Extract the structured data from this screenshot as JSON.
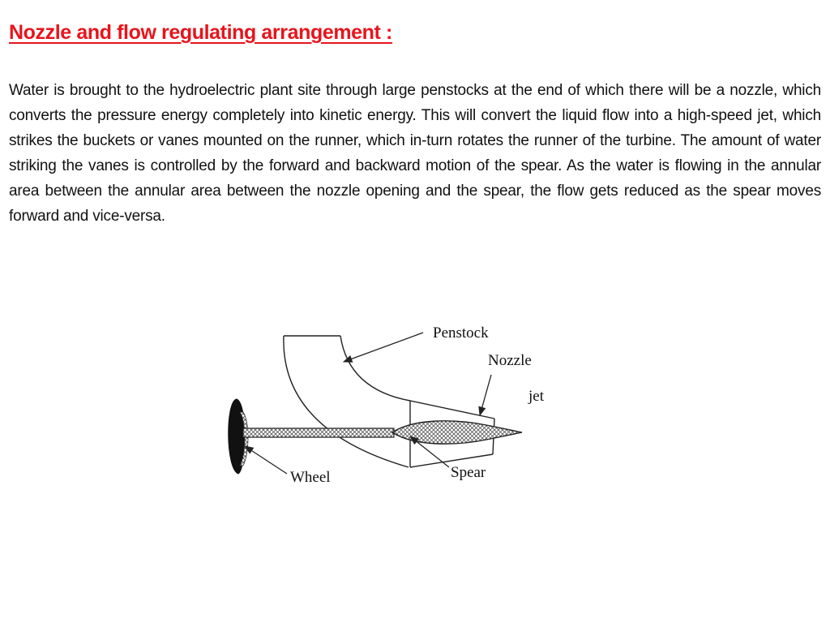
{
  "slide": {
    "title": "Nozzle and flow regulating arrangement :",
    "body": "Water is brought to the hydroelectric plant site through large penstocks at the end of which there will be a nozzle, which converts the pressure energy completely into kinetic energy. This will convert the liquid flow into a high-speed jet, which strikes the buckets or vanes mounted on the runner, which in-turn rotates the runner of the turbine. The amount of water striking the vanes is controlled by the forward and backward motion of the spear. As the water is flowing in the annular area between the annular area between the nozzle opening and the spear, the flow gets reduced as the spear moves forward and vice-versa."
  },
  "diagram": {
    "labels": {
      "penstock": "Penstock",
      "nozzle": "Nozzle",
      "jet": "jet",
      "wheel": "Wheel",
      "spear": "Spear"
    }
  },
  "colors": {
    "title": "#e8141c",
    "text": "#111111",
    "line": "#222222"
  }
}
